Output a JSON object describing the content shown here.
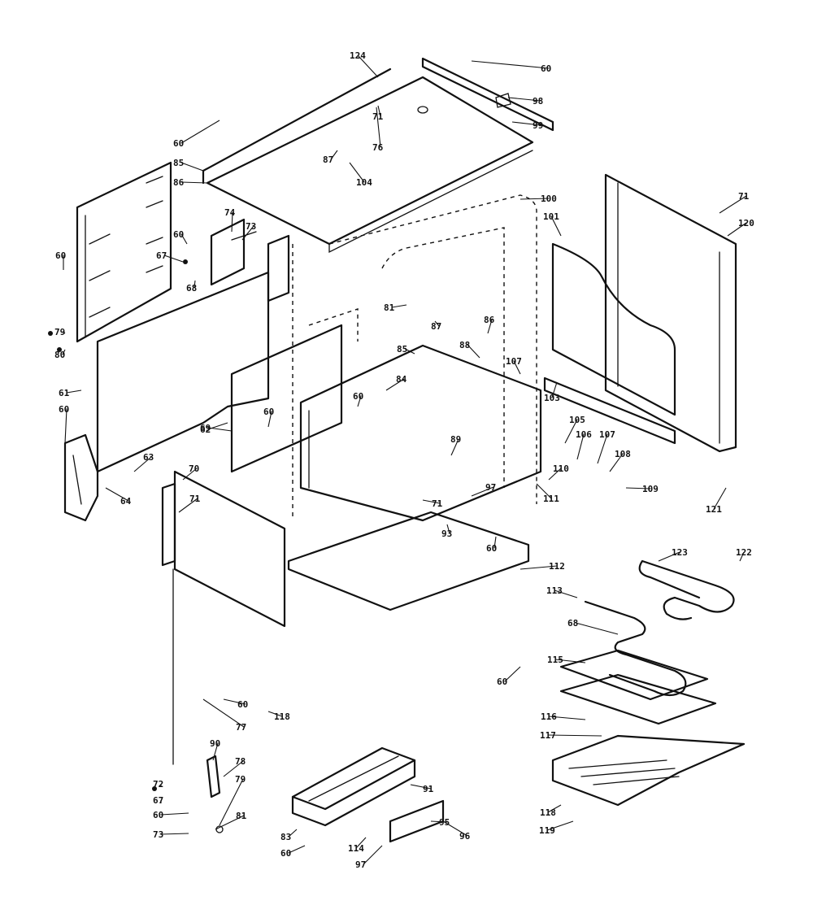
{
  "callouts": [
    {
      "label": "124"
    },
    {
      "label": "60"
    },
    {
      "label": "98"
    },
    {
      "label": "99"
    },
    {
      "label": "60"
    },
    {
      "label": "85"
    },
    {
      "label": "86"
    },
    {
      "label": "71"
    },
    {
      "label": "76"
    },
    {
      "label": "87"
    },
    {
      "label": "104"
    },
    {
      "label": "100"
    },
    {
      "label": "101"
    },
    {
      "label": "71"
    },
    {
      "label": "120"
    },
    {
      "label": "74"
    },
    {
      "label": "73"
    },
    {
      "label": "60"
    },
    {
      "label": "67"
    },
    {
      "label": "68"
    },
    {
      "label": "60"
    },
    {
      "label": "79"
    },
    {
      "label": "80"
    },
    {
      "label": "61"
    },
    {
      "label": "60"
    },
    {
      "label": "62"
    },
    {
      "label": "63"
    },
    {
      "label": "64"
    },
    {
      "label": "81"
    },
    {
      "label": "87"
    },
    {
      "label": "86"
    },
    {
      "label": "85"
    },
    {
      "label": "88"
    },
    {
      "label": "107"
    },
    {
      "label": "84"
    },
    {
      "label": "60"
    },
    {
      "label": "103"
    },
    {
      "label": "69"
    },
    {
      "label": "60"
    },
    {
      "label": "105"
    },
    {
      "label": "106"
    },
    {
      "label": "107"
    },
    {
      "label": "108"
    },
    {
      "label": "110"
    },
    {
      "label": "111"
    },
    {
      "label": "109"
    },
    {
      "label": "89"
    },
    {
      "label": "70"
    },
    {
      "label": "71"
    },
    {
      "label": "71"
    },
    {
      "label": "97"
    },
    {
      "label": "93"
    },
    {
      "label": "60"
    },
    {
      "label": "112"
    },
    {
      "label": "113"
    },
    {
      "label": "121"
    },
    {
      "label": "123"
    },
    {
      "label": "122"
    },
    {
      "label": "68"
    },
    {
      "label": "60"
    },
    {
      "label": "115"
    },
    {
      "label": "116"
    },
    {
      "label": "117"
    },
    {
      "label": "118"
    },
    {
      "label": "119"
    },
    {
      "label": "60"
    },
    {
      "label": "77"
    },
    {
      "label": "118"
    },
    {
      "label": "90"
    },
    {
      "label": "78"
    },
    {
      "label": "79"
    },
    {
      "label": "72"
    },
    {
      "label": "67"
    },
    {
      "label": "60"
    },
    {
      "label": "81"
    },
    {
      "label": "73"
    },
    {
      "label": "91"
    },
    {
      "label": "95"
    },
    {
      "label": "96"
    },
    {
      "label": "83"
    },
    {
      "label": "60"
    },
    {
      "label": "114"
    },
    {
      "label": "97"
    }
  ]
}
